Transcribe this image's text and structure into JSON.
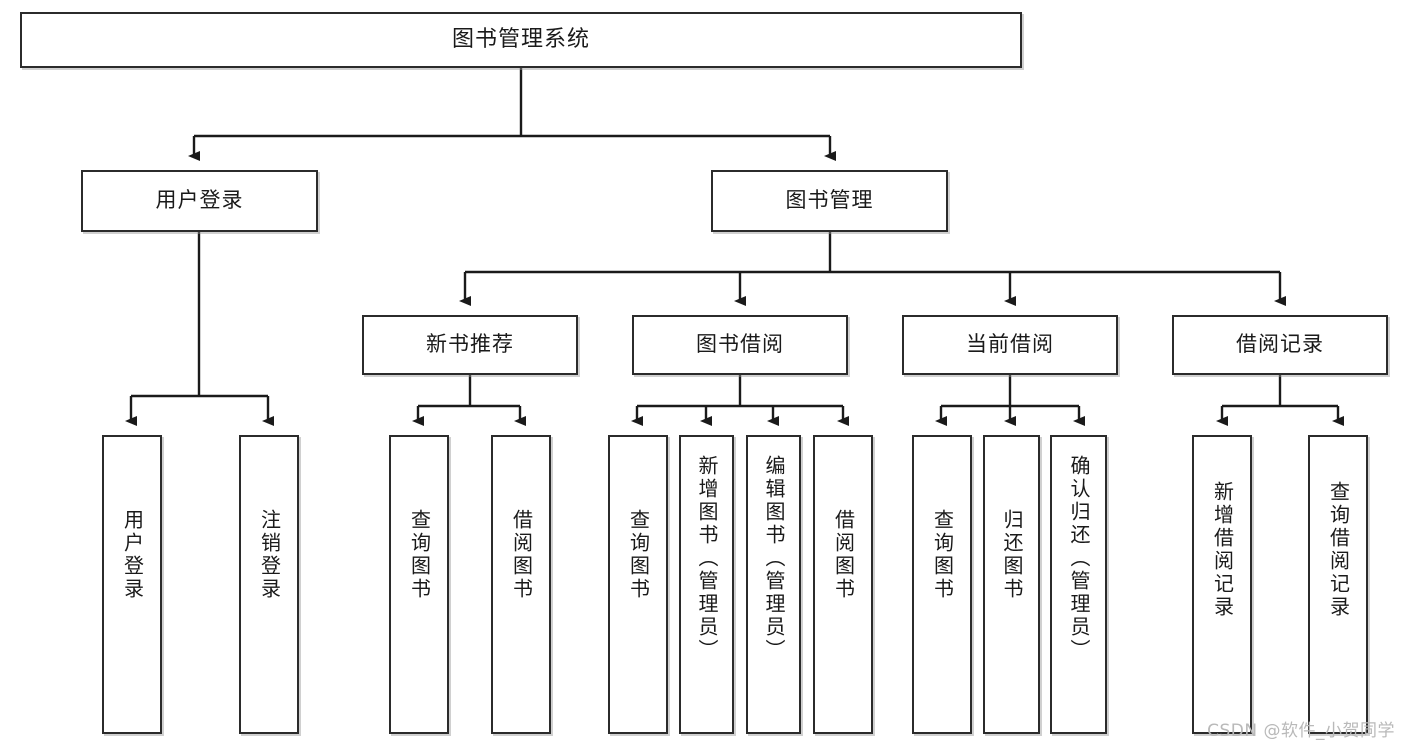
{
  "diagram": {
    "type": "tree",
    "title": "图书管理系统",
    "style": {
      "background": "#ffffff",
      "node_fill": "#ffffff",
      "node_border": "#2b2b2b",
      "edge_color": "#1a1a1a",
      "text_color": "#1a1a1a",
      "watermark_color": "#b9b9b9"
    },
    "root": {
      "label": "图书管理系统"
    },
    "level2": [
      {
        "label": "用户登录"
      },
      {
        "label": "图书管理"
      }
    ],
    "level3": [
      {
        "label": "新书推荐"
      },
      {
        "label": "图书借阅"
      },
      {
        "label": "当前借阅"
      },
      {
        "label": "借阅记录"
      }
    ],
    "leaves": {
      "user_login": [
        {
          "label": "用户登录"
        },
        {
          "label": "注销登录"
        }
      ],
      "new_book": [
        {
          "label": "查询图书"
        },
        {
          "label": "借阅图书"
        }
      ],
      "book_borrow": [
        {
          "label": "查询图书"
        },
        {
          "label": "新增图书（管理员）"
        },
        {
          "label": "编辑图书（管理员）"
        },
        {
          "label": "借阅图书"
        }
      ],
      "current_borrow": [
        {
          "label": "查询图书"
        },
        {
          "label": "归还图书"
        },
        {
          "label": "确认归还（管理员）"
        }
      ],
      "borrow_record": [
        {
          "label": "新增借阅记录"
        },
        {
          "label": "查询借阅记录"
        }
      ]
    }
  },
  "watermark": {
    "text": "CSDN @软件_小贺同学"
  }
}
